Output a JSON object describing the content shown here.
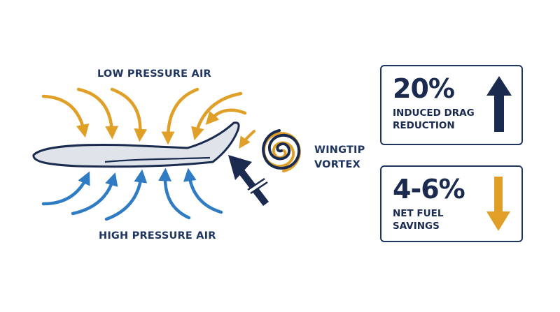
{
  "labels": {
    "low_pressure": "LOW PRESSURE AIR",
    "high_pressure": "HIGH PRESSURE AIR",
    "wingtip_line1": "WINGTIP",
    "wingtip_line2": "VORTEX"
  },
  "cards": [
    {
      "value": "20%",
      "text_line1": "INDUCED DRAG",
      "text_line2": "REDUCTION",
      "arrow": "up",
      "arrow_color": "#1a2b4f"
    },
    {
      "value": "4-6%",
      "text_line1": "NET FUEL",
      "text_line2": "SAVINGS",
      "arrow": "down",
      "arrow_color": "#e0a028"
    }
  ],
  "colors": {
    "navy": "#1a2b4f",
    "gold": "#e0a028",
    "blue": "#2f7cc4",
    "wing_fill": "#dfe3ea"
  },
  "icons": [
    "wing-icon",
    "vortex-spiral-icon",
    "thrust-arrow-icon"
  ]
}
